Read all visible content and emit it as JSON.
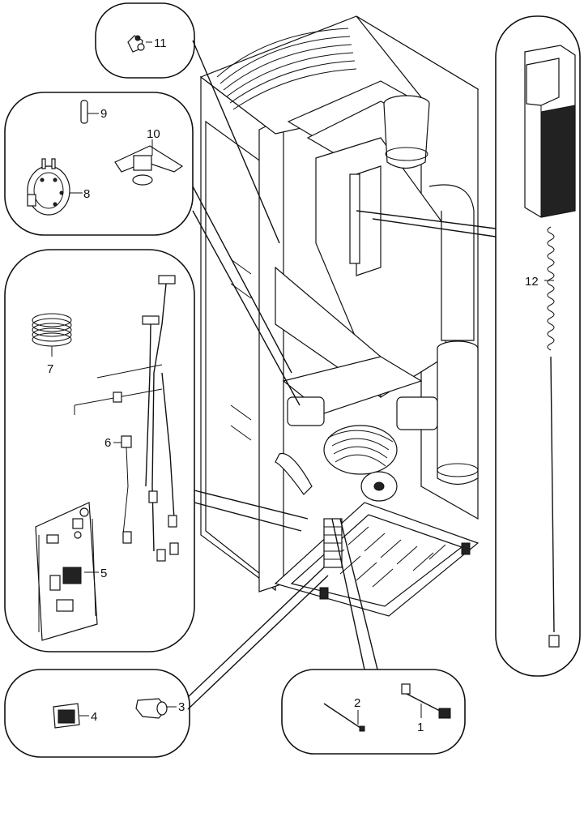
{
  "callouts": {
    "n1": "1",
    "n2": "2",
    "n3": "3",
    "n4": "4",
    "n5": "5",
    "n6": "6",
    "n7": "7",
    "n8": "8",
    "n9": "9",
    "n10": "10",
    "n11": "11",
    "n12": "12"
  }
}
